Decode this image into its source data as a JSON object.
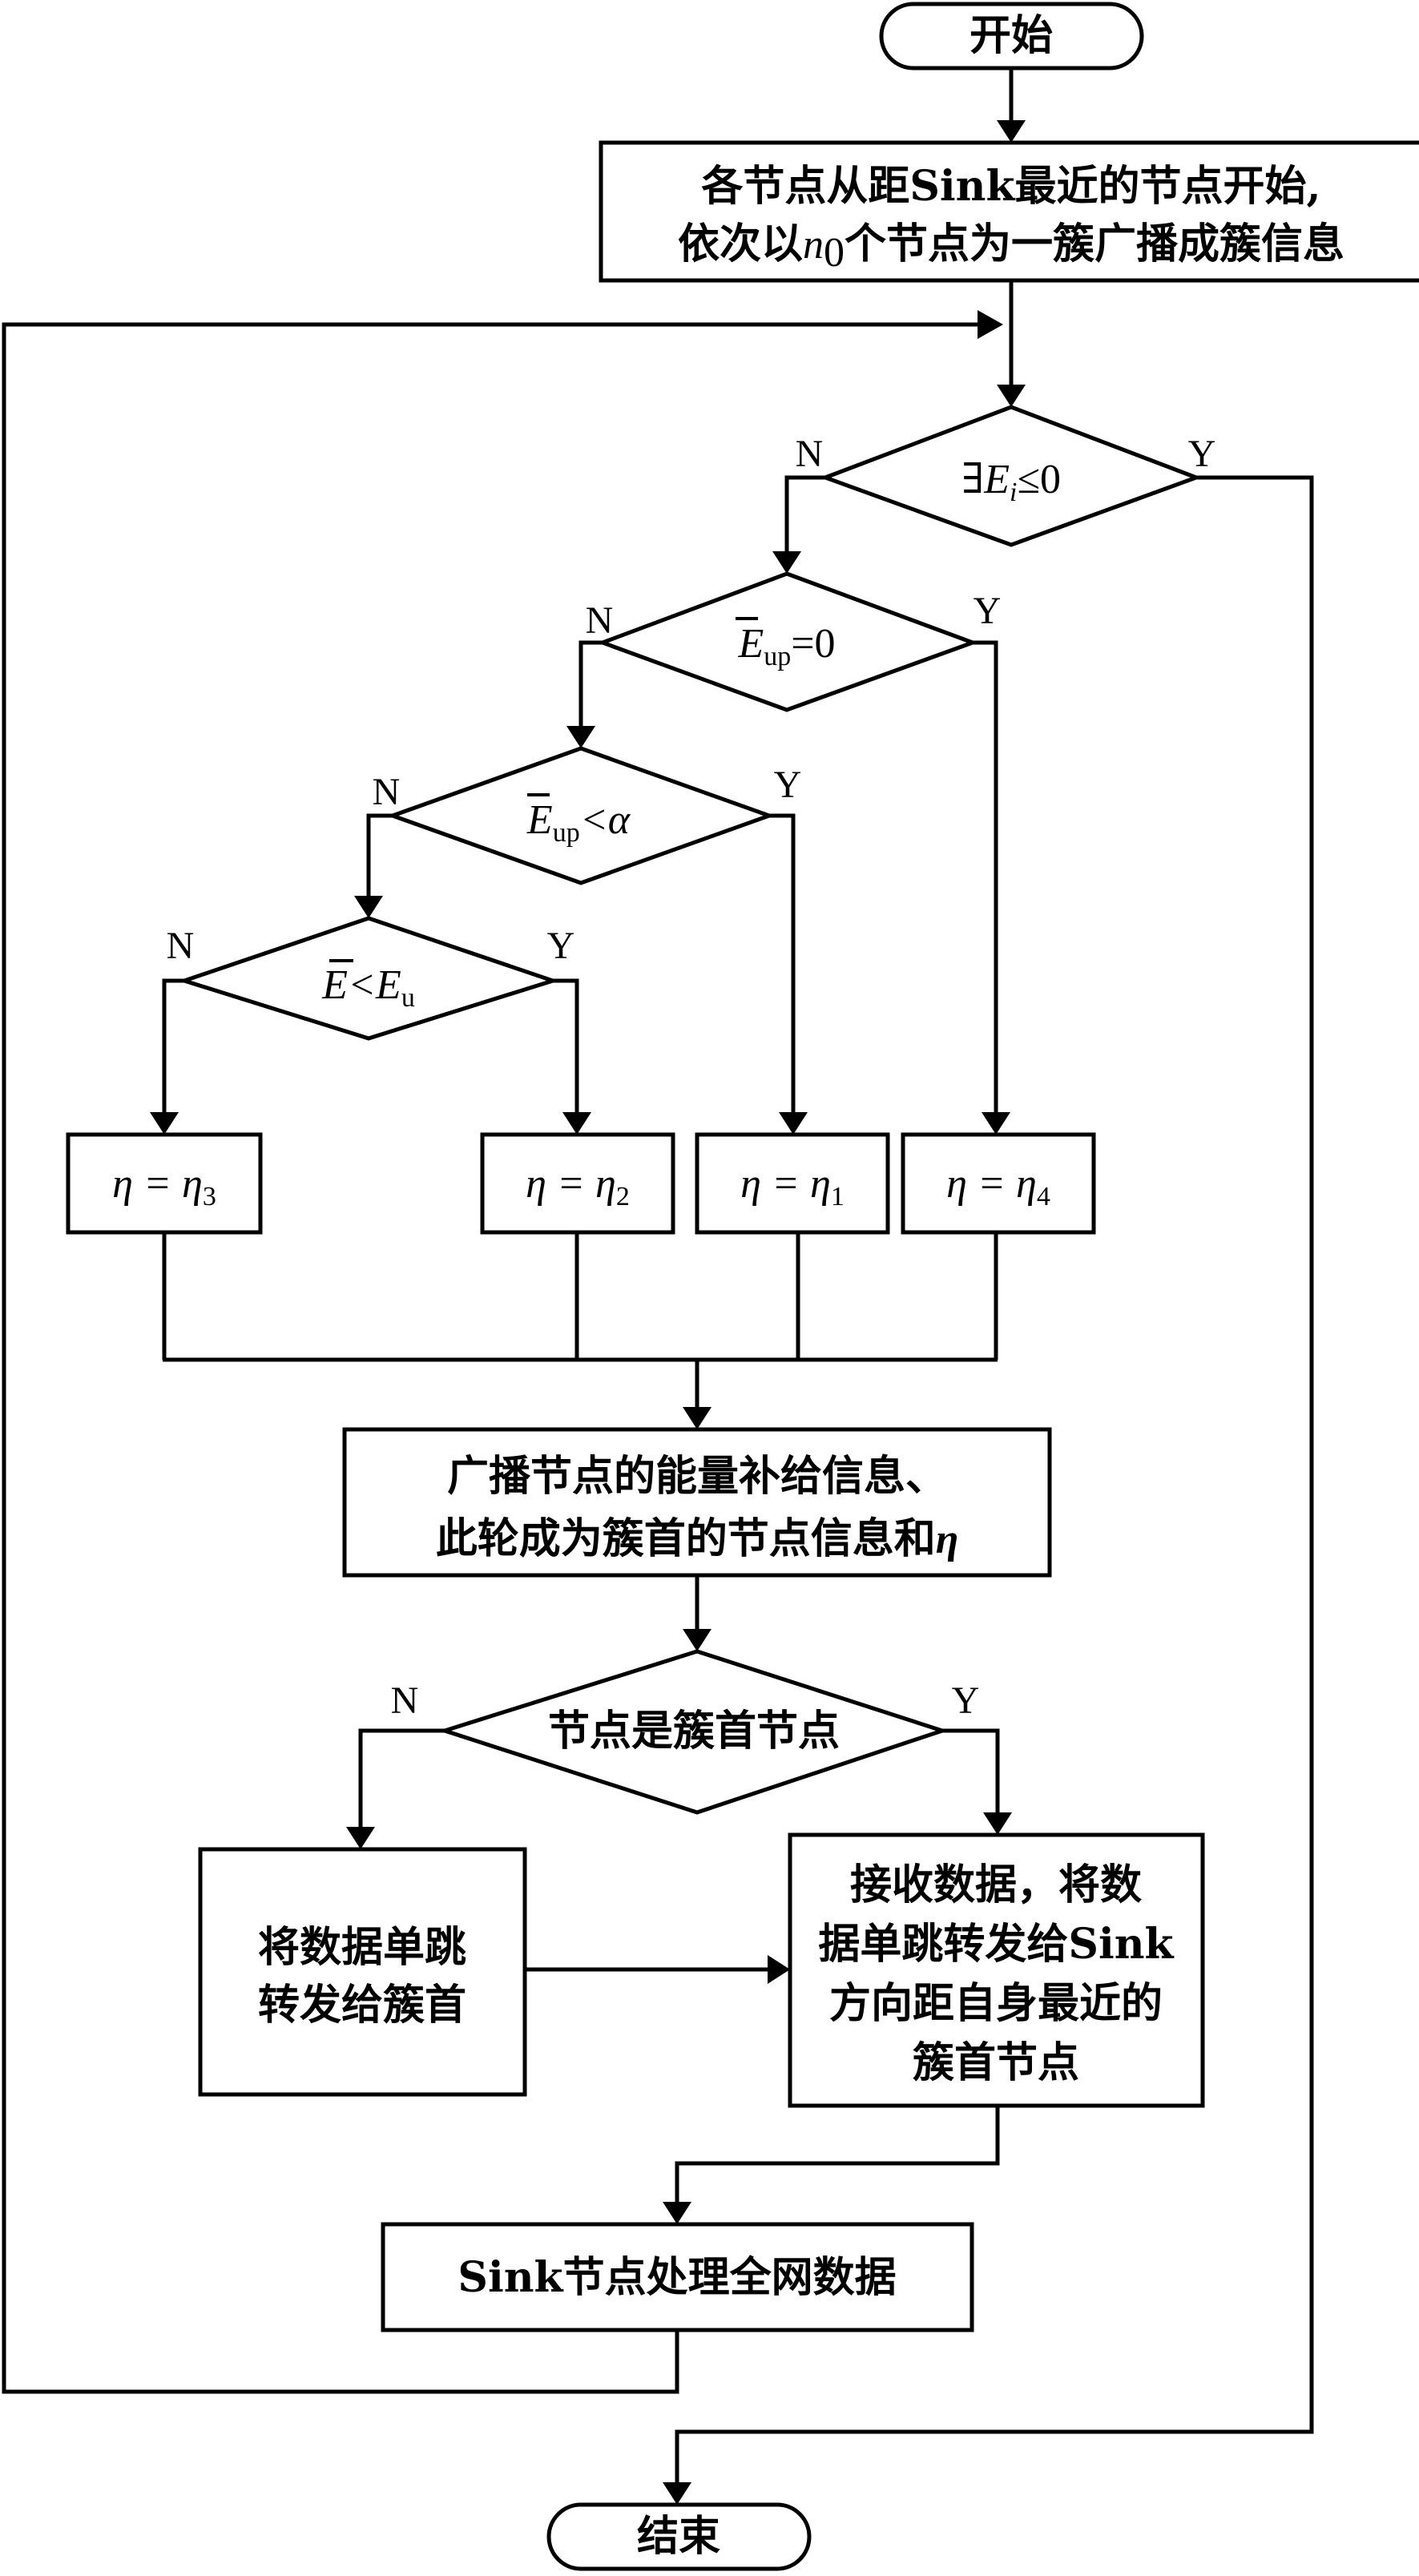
{
  "nodes": {
    "start": "开始",
    "init_line1": "各节点从距Sink最近的节点开始,",
    "init_line2_pre": "依次以",
    "init_line2_n": "n",
    "init_line2_sub": "0",
    "init_line2_post": "个节点为一簇广播成簇信息",
    "cond1_prefix": "∃",
    "cond1_E": "E",
    "cond1_sub": "i",
    "cond1_rest": "≤0",
    "cond2_E": "E",
    "cond2_sub": "up",
    "cond2_rest": "=0",
    "cond3_E": "E",
    "cond3_sub": "up",
    "cond3_rest": "<α",
    "cond4_E": "E",
    "cond4_mid": "<E",
    "cond4_sub": "u",
    "eta3": "η = η",
    "eta3_sub": "3",
    "eta2": "η = η",
    "eta2_sub": "2",
    "eta1": "η = η",
    "eta1_sub": "1",
    "eta4": "η = η",
    "eta4_sub": "4",
    "broadcast_line1": "广播节点的能量补给信息、",
    "broadcast_line2_pre": "此轮成为簇首的节点信息和",
    "broadcast_line2_eta": "η",
    "cond5": "节点是簇首节点",
    "member_line1": "将数据单跳",
    "member_line2": "转发给簇首",
    "head_line1": "接收数据，将数",
    "head_line2": "据单跳转发给Sink",
    "head_line3": "方向距自身最近的",
    "head_line4": "簇首节点",
    "sink": "Sink节点处理全网数据",
    "end": "结束"
  },
  "branch_labels": {
    "yes": "Y",
    "no": "N"
  }
}
